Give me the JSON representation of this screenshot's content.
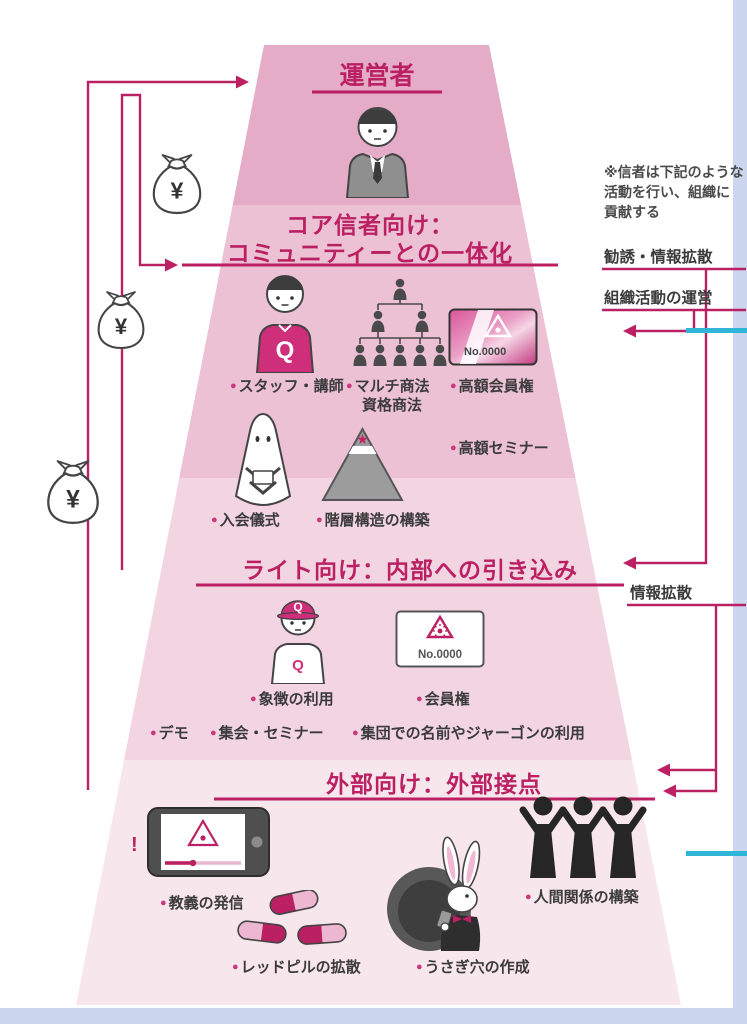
{
  "glyphs": {
    "bullet": "●",
    "yen": "¥",
    "q_letter": "Q",
    "card_no": "No.0000",
    "exclaim": "!"
  },
  "colors": {
    "accent": "#bb2063",
    "bullet": "#c9397d",
    "band1": "#e5acc7",
    "band2": "#ecc1d4",
    "band3": "#f3d5e2",
    "band4": "#f8e6ed",
    "cyan_mark": "#2fb5d8",
    "page_edge": "#ccd6ee"
  },
  "side_notes": {
    "note_line1": "※信者は下記のような",
    "note_line2": "活動を行い、組織に",
    "note_line3": "貢献する",
    "label_recruit_spread": "勧誘・情報拡散",
    "label_org_ops": "組織活動の運営",
    "label_info_spread": "情報拡散"
  },
  "tiers": {
    "t1": {
      "title": "運営者"
    },
    "t2": {
      "title_line1": "コア信者向け：",
      "title_line2": "コミュニティーとの一体化",
      "item_staff": "スタッフ・講師",
      "item_multi_line1": "マルチ商法",
      "item_multi_line2": "資格商法",
      "item_high_membership": "高額会員権",
      "item_high_seminar": "高額セミナー",
      "item_initiation": "入会儀式",
      "item_hierarchy": "階層構造の構築"
    },
    "t3": {
      "title": "ライト向け：内部への引き込み",
      "item_symbols": "象徴の利用",
      "item_membership": "会員権",
      "item_demo": "デモ",
      "item_meetings": "集会・セミナー",
      "item_jargon": "集団での名前やジャーゴンの利用"
    },
    "t4": {
      "title": "外部向け：外部接点",
      "item_doctrine": "教義の発信",
      "item_redpill": "レッドピルの拡散",
      "item_rabbithole": "うさぎ穴の作成",
      "item_relationships": "人間関係の構築"
    }
  }
}
